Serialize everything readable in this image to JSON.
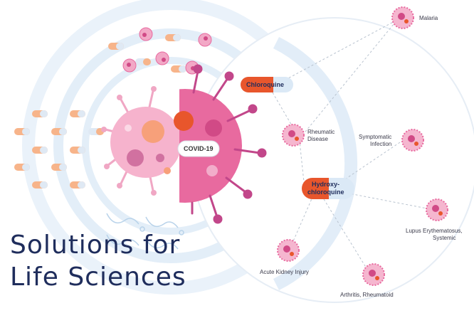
{
  "headline": {
    "line1": "Solutions for",
    "line2": "Life Sciences"
  },
  "center_virus_label": "COVID-19",
  "drugs": {
    "chloroquine": "Chloroquine",
    "hcq_line1": "Hydroxy-",
    "hcq_line2": "chloroquine"
  },
  "conditions": {
    "malaria": "Malaria",
    "rheumatic_1": "Rheumatic",
    "rheumatic_2": "Disease",
    "symptomatic_1": "Symptomatic",
    "symptomatic_2": "Infection",
    "lupus_1": "Lupus Erythematosus,",
    "lupus_2": "Systemic",
    "akid": "Acute Kidney Injury",
    "arthritis": "Arthritis, Rheumatoid"
  },
  "colors": {
    "navy": "#1f2d5c",
    "pink": "#e86a9f",
    "light_pink": "#f6b3cd",
    "orange": "#e8562c",
    "light_blue": "#dbe9f6",
    "peach": "#f7b48a"
  }
}
